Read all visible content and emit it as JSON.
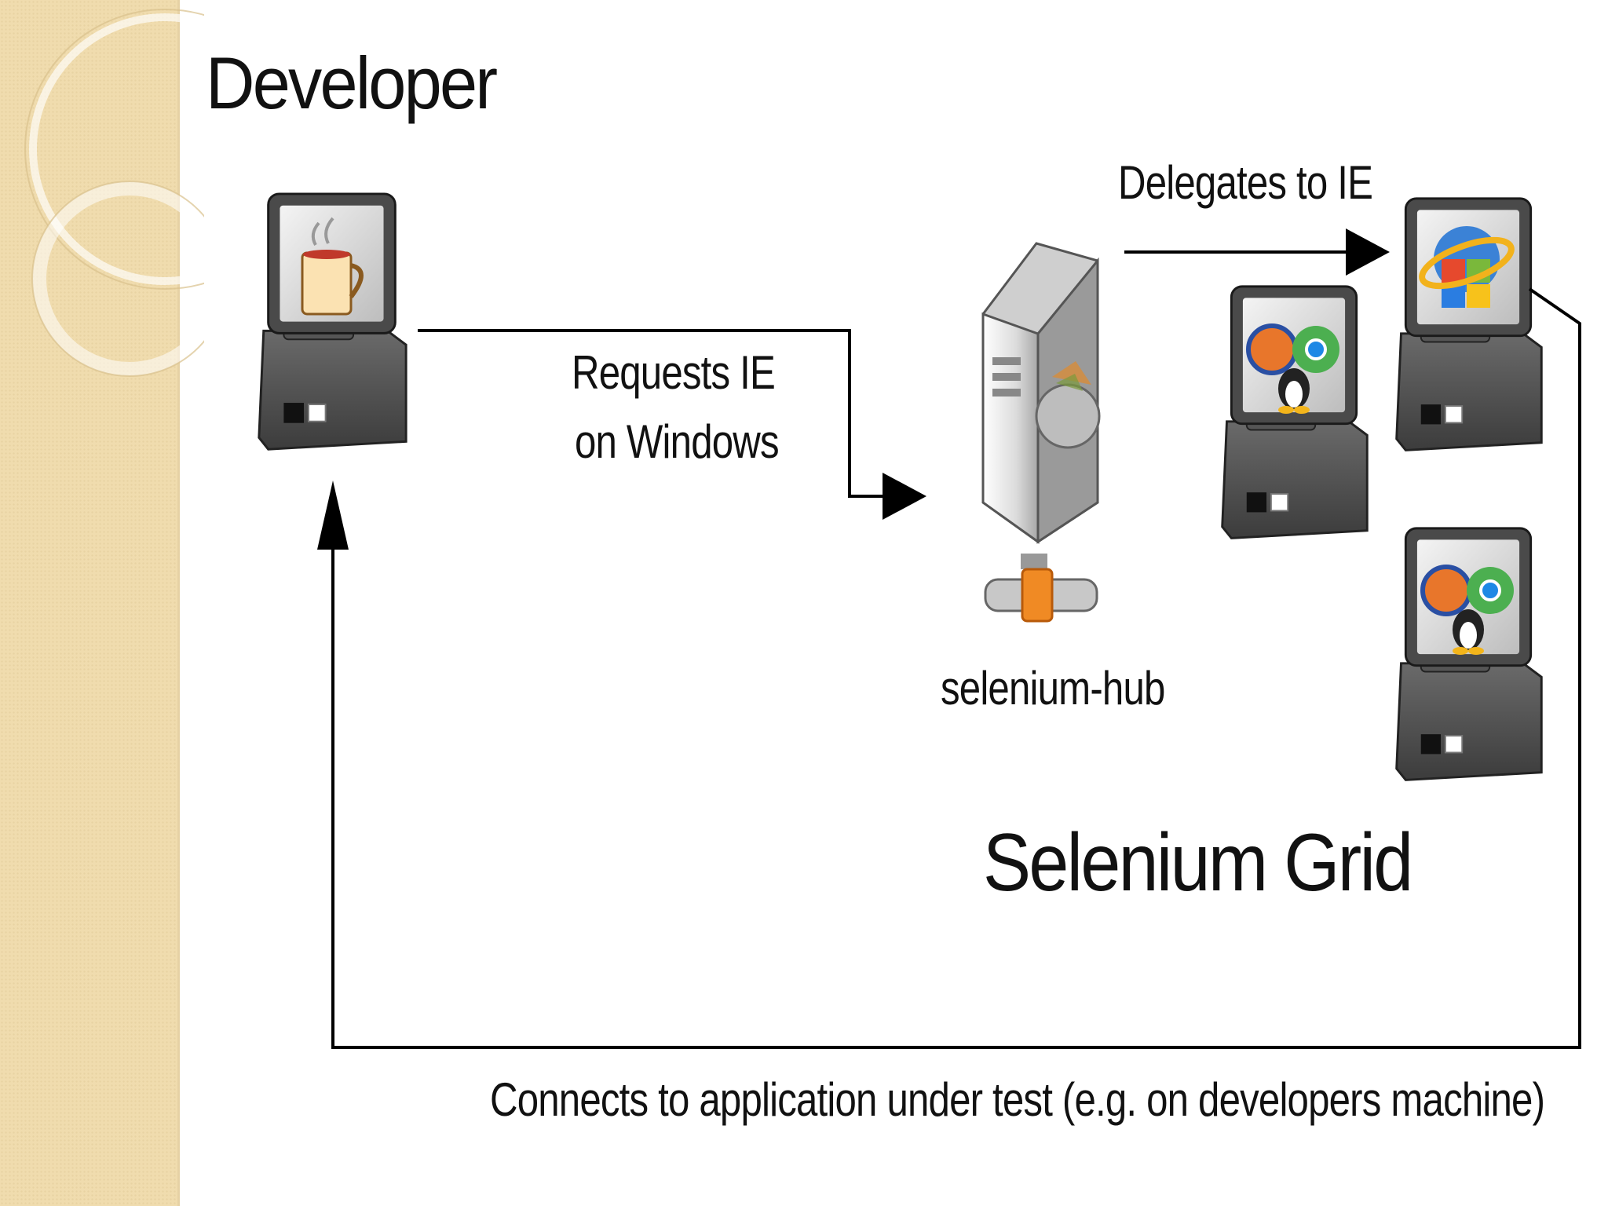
{
  "title": "Developer",
  "labels": {
    "requests_line1": "Requests IE",
    "requests_line2": "on Windows",
    "delegates": "Delegates to IE",
    "hub": "selenium-hub",
    "grid": "Selenium Grid",
    "connects": "Connects to application under test (e.g. on developers machine)"
  },
  "icons": {
    "developer_machine": "computer-java-cup-icon",
    "hub_server": "server-hub-icon",
    "node_windows_ie": "computer-windows-ie-icon",
    "node_linux_1": "computer-linux-firefox-chrome-icon",
    "node_linux_2": "computer-linux-firefox-chrome-icon"
  },
  "colors": {
    "sidebar": "#f0dcae",
    "arrow": "#000000",
    "text": "#111111"
  }
}
